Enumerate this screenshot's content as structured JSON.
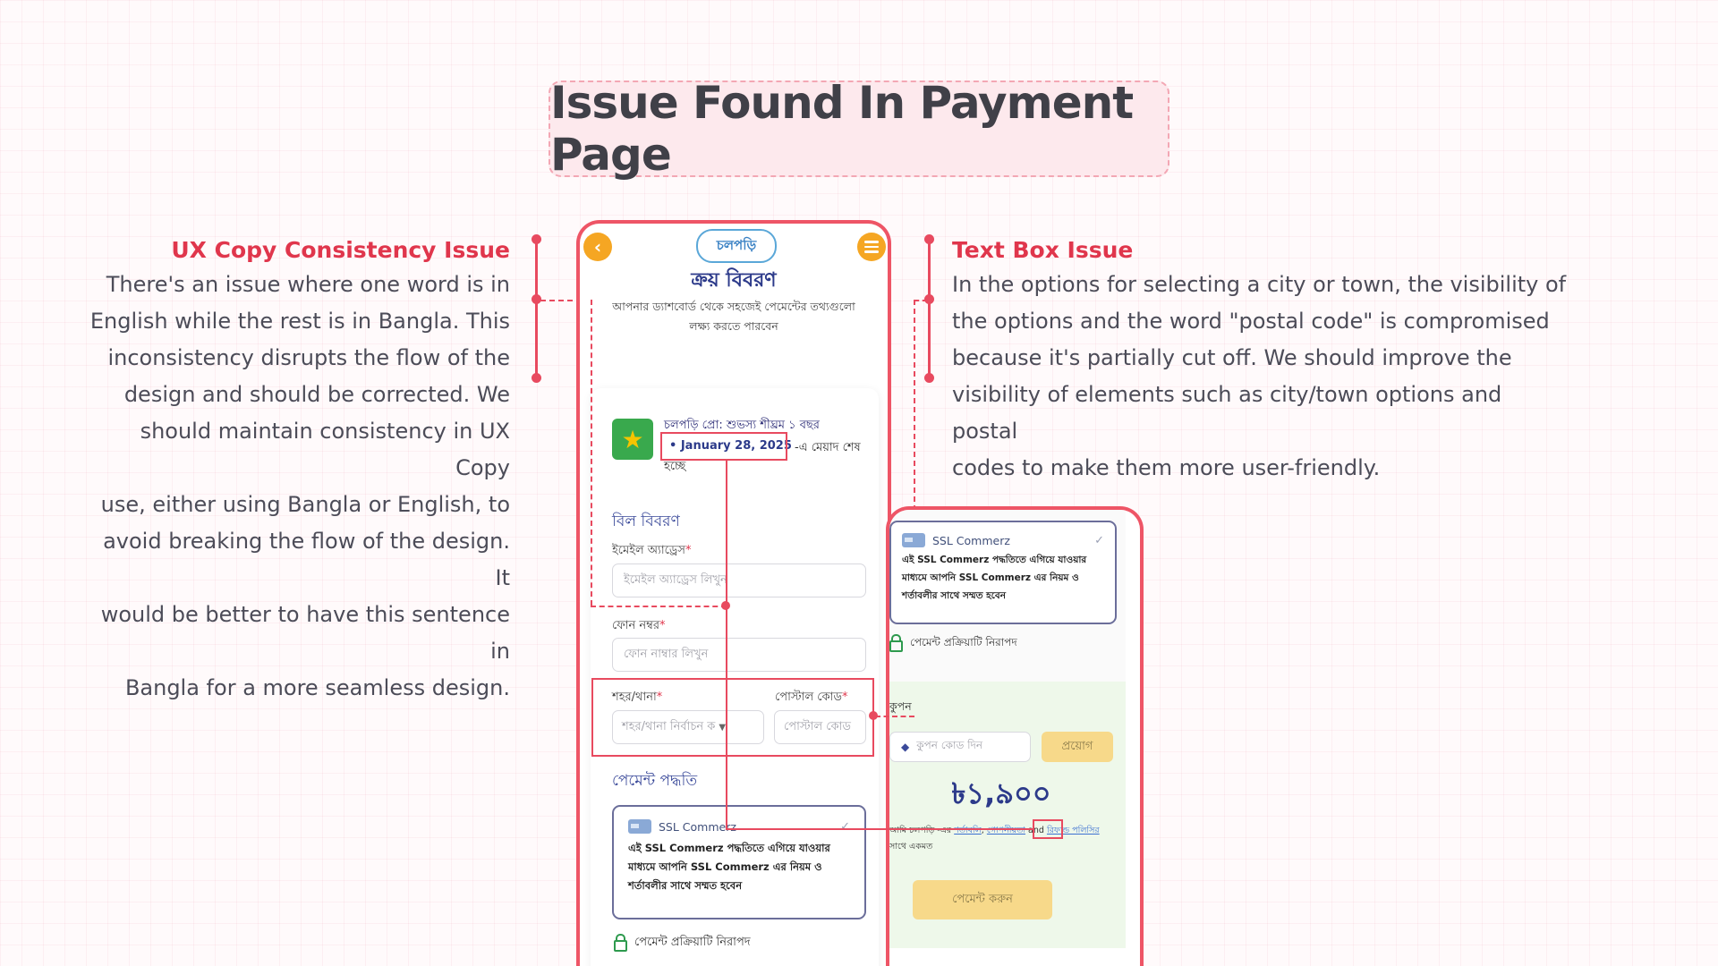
{
  "title": "Issue Found In Payment Page",
  "annotations": {
    "left": {
      "heading": "UX Copy Consistency Issue",
      "lines": [
        "There's an issue where one word is in",
        "English while the rest is in Bangla. This",
        "inconsistency disrupts the flow of the",
        "design and should be corrected. We",
        "should maintain consistency in UX Copy",
        "use, either using Bangla or English, to",
        "avoid breaking the flow of the design. It",
        "would be better to have this sentence in",
        "Bangla for a more seamless design."
      ]
    },
    "right": {
      "heading": "Text Box Issue",
      "lines": [
        "In the options for selecting a city or town, the visibility of",
        "the options and the word \"postal code\" is compromised",
        "because it's partially cut off. We should improve the",
        "visibility of elements such as city/town options and postal",
        "codes to make them more user-friendly."
      ]
    }
  },
  "phone_left": {
    "logo_text": "চলপড়ি",
    "page_title": "ক্রয় বিবরণ",
    "subtitle_line1": "আপনার ড্যাশবোর্ড থেকে সহজেই পেমেন্টের তথ্যগুলো",
    "subtitle_line2": "লক্ষ্য করতে পারবেন",
    "package_name": "চলপড়ি প্রো: শুভস্য শীঘ্রম ১ বছর",
    "expiry_date": "January 28, 2025",
    "expiry_suffix": "-এ মেয়াদ শেষ",
    "expiry_suffix2": "হচ্ছে",
    "bill_title": "বিল বিবরণ",
    "email_label": "ইমেইল অ্যাড্রেস",
    "email_placeholder": "ইমেইল অ্যাড্রেস লিখুন",
    "phone_label": "ফোন নম্বর",
    "phone_placeholder": "ফোন নাম্বার লিখুন",
    "city_label": "শহর/থানা",
    "city_select": "শহর/থানা নির্বাচন ক",
    "postal_label": "পোস্টাল কোড",
    "postal_placeholder": "পোস্টাল কোড",
    "payment_title": "পেমেন্ট পদ্ধতি",
    "ssl_name": "SSL Commerz",
    "ssl_desc_line1": "এই SSL Commerz পদ্ধতিতে এগিয়ে যাওয়ার",
    "ssl_desc_line2": "মাধ্যমে আপনি SSL Commerz এর নিয়ম ও",
    "ssl_desc_line3": "শর্তাবলীর সাথে সম্মত হবেন",
    "secure_text": "পেমেন্ট প্রক্রিয়াটি নিরাপদ",
    "required_mark": "*"
  },
  "phone_right": {
    "ssl_name": "SSL Commerz",
    "ssl_desc_line1": "এই SSL Commerz পদ্ধতিতে এগিয়ে যাওয়ার",
    "ssl_desc_line2": "মাধ্যমে আপনি SSL Commerz এর নিয়ম ও",
    "ssl_desc_line3": "শর্তাবলীর সাথে সম্মত হবেন",
    "secure_text": "পেমেন্ট প্রক্রিয়াটি নিরাপদ",
    "coupon_label": "কুপন",
    "coupon_placeholder": "কুপন কোড দিন",
    "apply_button": "প্রয়োগ",
    "price": "৳১,৯০০",
    "terms_prefix": "আমি চলপড়ি -এর",
    "terms_link1": "শর্তাবলি",
    "terms_sep": ",",
    "terms_link2": "গোপনীয়তা",
    "terms_and": "and",
    "terms_link3": "রিফান্ড পলিসির",
    "terms_suffix": "সাথে একমত",
    "pay_button": "পেমেন্ট করুন"
  },
  "colors": {
    "accent": "#e84a5f",
    "heading_red": "#e0364c",
    "brand_blue": "#3b4a9a",
    "button_yellow": "#f7d98a",
    "orange_icon": "#f5a623"
  }
}
